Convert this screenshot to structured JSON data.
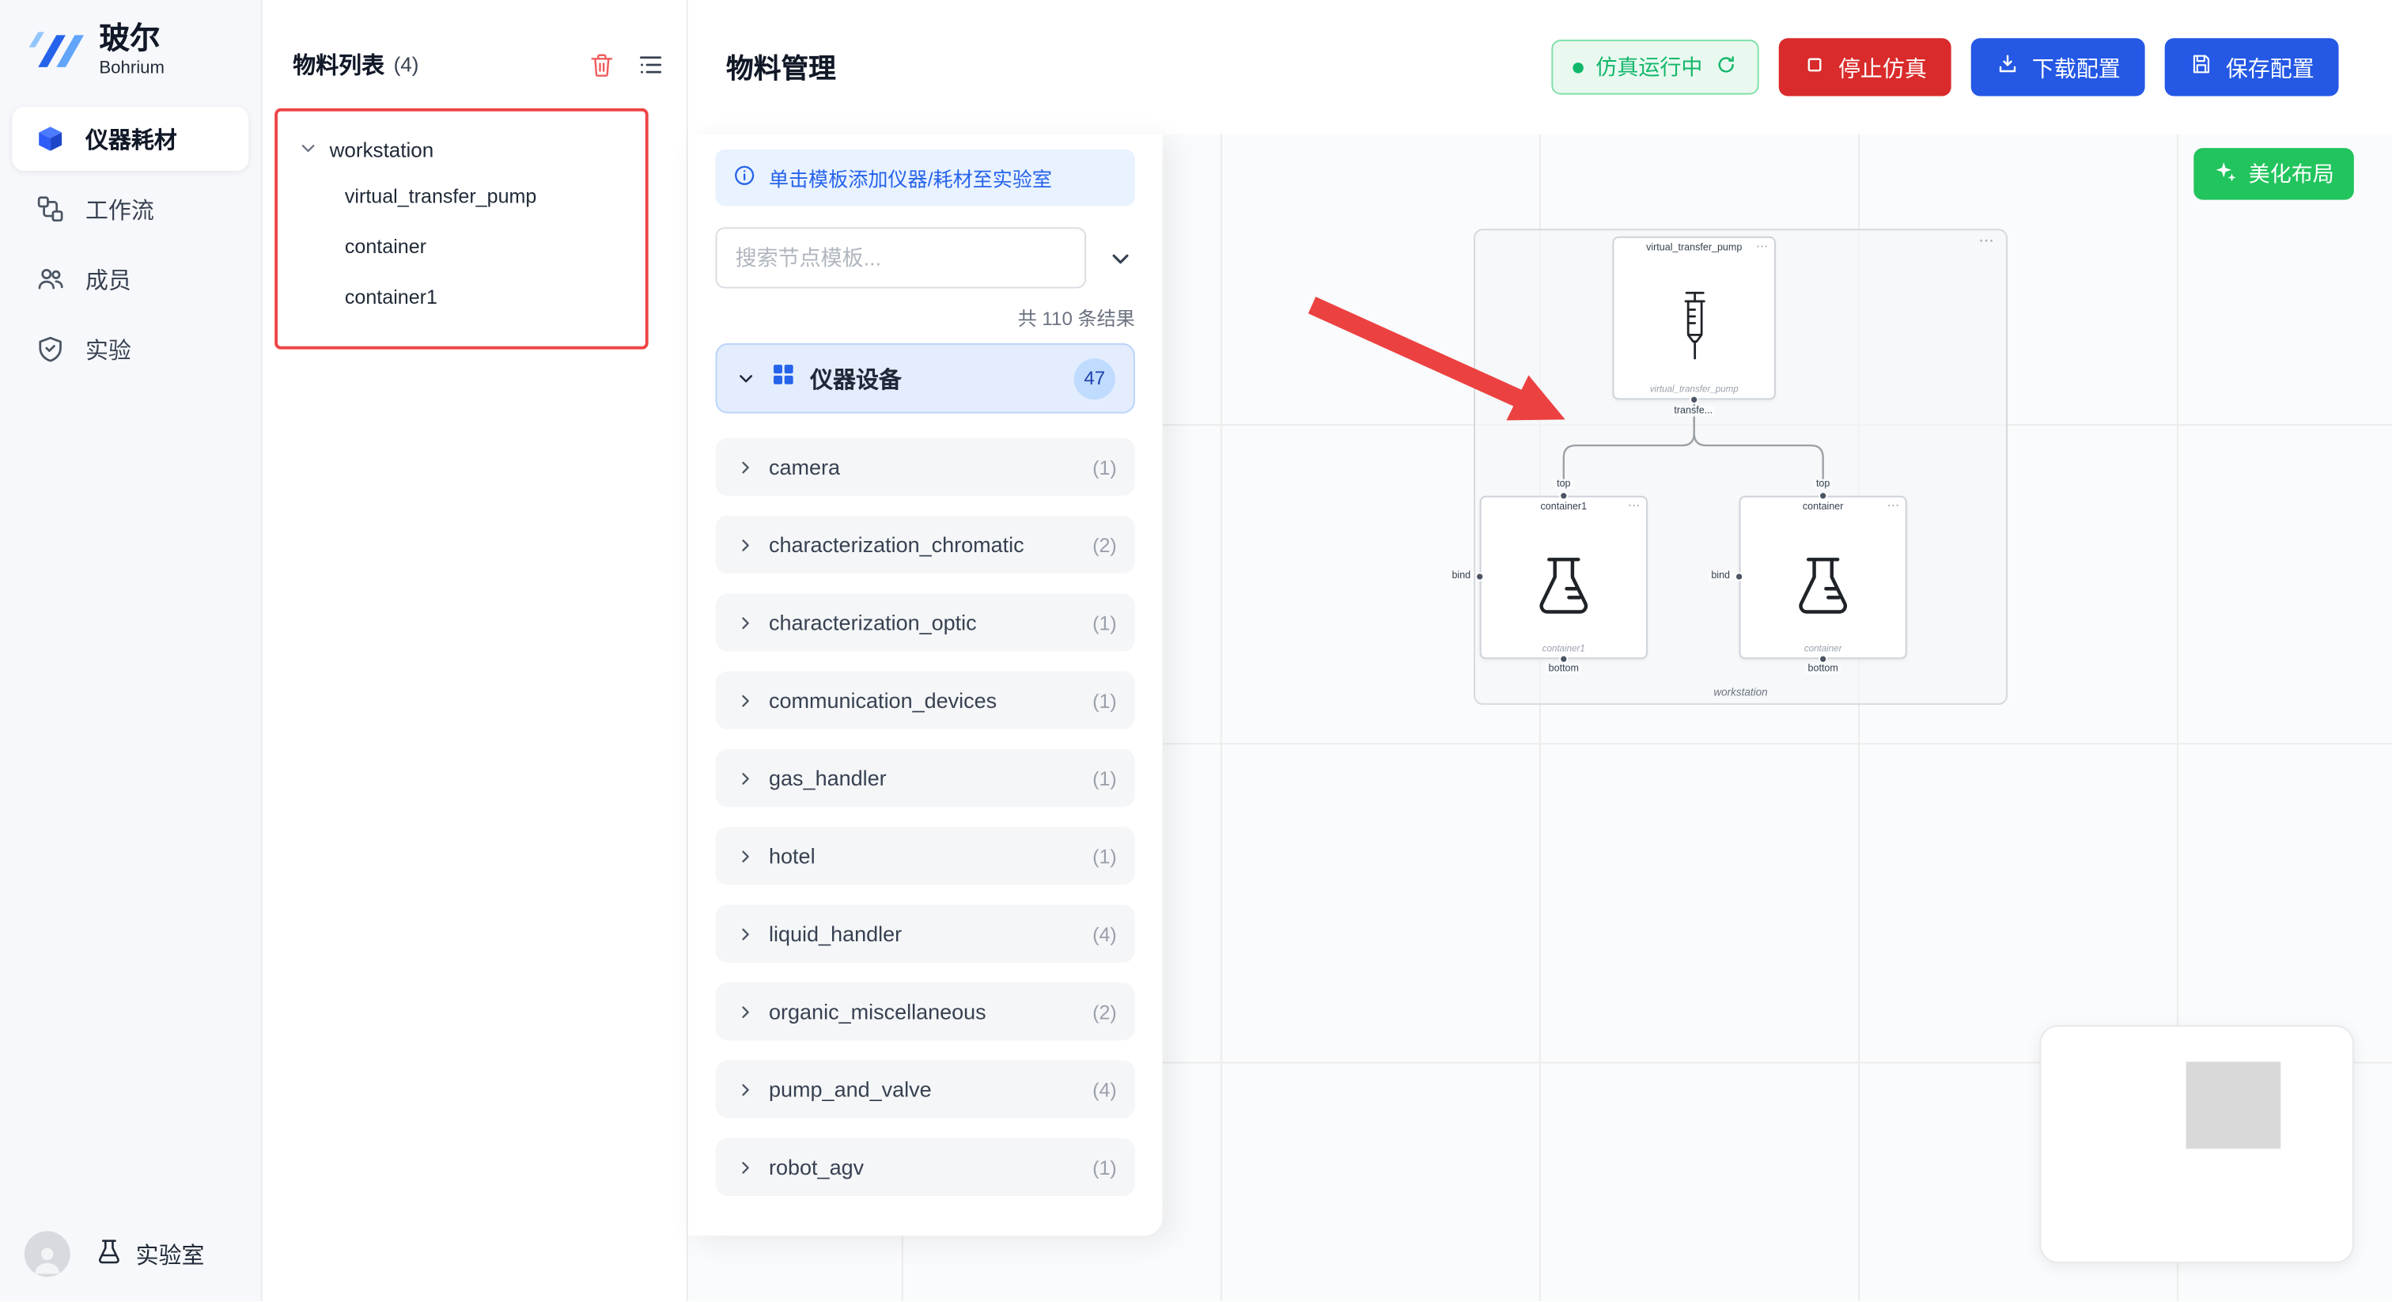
{
  "sidebar": {
    "logo_title": "玻尔",
    "logo_subtitle": "Bohrium",
    "items": [
      {
        "label": "仪器耗材"
      },
      {
        "label": "工作流"
      },
      {
        "label": "成员"
      },
      {
        "label": "实验"
      }
    ],
    "lab_label": "实验室"
  },
  "materials": {
    "title": "物料列表",
    "count": "(4)",
    "tree": {
      "root_label": "workstation",
      "children": [
        {
          "label": "virtual_transfer_pump"
        },
        {
          "label": "container"
        },
        {
          "label": "container1"
        }
      ]
    }
  },
  "header": {
    "title": "物料管理",
    "status_label": "仿真运行中",
    "stop_label": "停止仿真",
    "download_label": "下载配置",
    "save_label": "保存配置"
  },
  "templates": {
    "info": "单击模板添加仪器/耗材至实验室",
    "search_placeholder": "搜索节点模板...",
    "results": "共 110 条结果",
    "category": {
      "label": "仪器设备",
      "count": "47"
    },
    "items": [
      {
        "label": "camera",
        "count": "(1)"
      },
      {
        "label": "characterization_chromatic",
        "count": "(2)"
      },
      {
        "label": "characterization_optic",
        "count": "(1)"
      },
      {
        "label": "communication_devices",
        "count": "(1)"
      },
      {
        "label": "gas_handler",
        "count": "(1)"
      },
      {
        "label": "hotel",
        "count": "(1)"
      },
      {
        "label": "liquid_handler",
        "count": "(4)"
      },
      {
        "label": "organic_miscellaneous",
        "count": "(2)"
      },
      {
        "label": "pump_and_valve",
        "count": "(4)"
      },
      {
        "label": "robot_agv",
        "count": "(1)"
      }
    ]
  },
  "canvas": {
    "beautify_label": "美化布局",
    "graph": {
      "group_label": "workstation",
      "ellipsis": "⋯",
      "pump": {
        "title": "virtual_transfer_pump",
        "subtitle": "virtual_transfer_pump",
        "port_label": "transfe..."
      },
      "node_left": {
        "title": "container1",
        "subtitle": "container1",
        "top": "top",
        "bind": "bind",
        "bottom": "bottom"
      },
      "node_right": {
        "title": "container",
        "subtitle": "container",
        "top": "top",
        "bind": "bind",
        "bottom": "bottom"
      }
    }
  },
  "colors": {
    "accent_blue": "#2458e5",
    "danger_red": "#d92b2b",
    "success_green": "#21c45d",
    "status_green": "#12b76a",
    "highlight_red": "#ef4444"
  }
}
